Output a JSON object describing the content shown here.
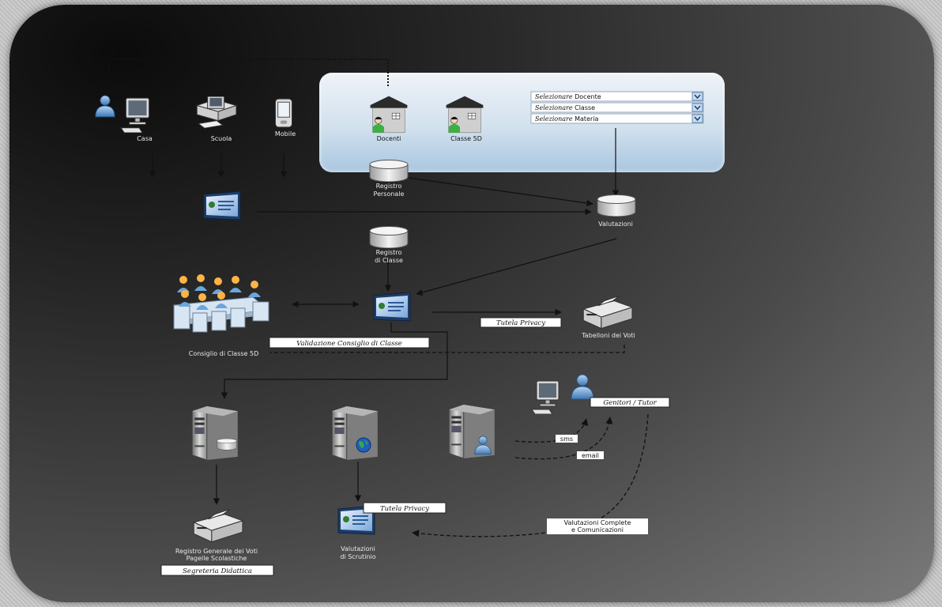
{
  "sources": {
    "casa": "Casa",
    "scuola": "Scuola",
    "mobile": "Mobile"
  },
  "panel": {
    "docenti": "Docenti",
    "classe": "Classe 5D",
    "selectors": [
      {
        "em": "Selezionare",
        "text": "Docente"
      },
      {
        "em": "Selezionare",
        "text": "Classe"
      },
      {
        "em": "Selezionare",
        "text": "Materia"
      }
    ]
  },
  "databases": {
    "registro_personale": [
      "Registro",
      "Personale"
    ],
    "valutazioni": "Valutazioni",
    "registro_classe": [
      "Registro",
      "di Classe"
    ]
  },
  "council": {
    "label": "Consiglio di Classe 5D",
    "validation_tag": "Validazione Consiglio di Classe"
  },
  "privacy_tag_top": "Tutela Privacy",
  "tabelloni": "Tabelloni dei Voti",
  "genitori_tag": "Genitori / Tutor",
  "channels": {
    "sms": "sms",
    "email": "email"
  },
  "complete": [
    "Valutazioni Complete",
    "e Comunicazioni"
  ],
  "registro_generale": [
    "Registro Generale dei Voti",
    "Pagelle Scolastiche"
  ],
  "segreteria_tag": "Segreteria Didattica",
  "privacy_tag_bottom": "Tutela Privacy",
  "scrutinio": [
    "Valutazioni",
    "di Scrutinio"
  ],
  "colors": {
    "panel": "#d2e1ee",
    "house_roof": "#303030",
    "house_wall": "#cfcfcf",
    "db": "#dcdcdc",
    "person_green": "#3cb043",
    "person_blue": "#6aa6dc",
    "server": "#c7c9c8"
  }
}
